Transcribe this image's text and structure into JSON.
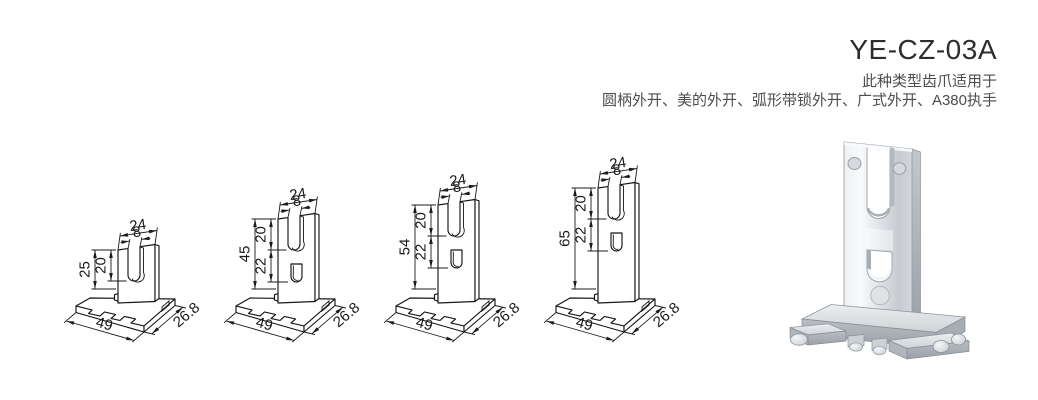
{
  "header": {
    "model": "YE-CZ-03A",
    "subtitle_line1": "此种类型齿爪适用于",
    "subtitle_line2": "圆柄外开、美的外开、弧形带锁外开、广式外开、A380执手"
  },
  "colors": {
    "line": "#1b1b1b",
    "title_text": "#2d2d2d",
    "subtitle_text": "#4d4d4d",
    "metal_light": "#eef0f2",
    "metal_dark": "#9aa1a8"
  },
  "drawings": [
    {
      "variant": "claw-25",
      "top_width": "24",
      "slot_width": "8",
      "overall_height": "25",
      "slot_depth": "20",
      "lower_span": "",
      "base_width": "49",
      "base_depth": "26.8",
      "has_lower_hole": false
    },
    {
      "variant": "claw-45",
      "top_width": "24",
      "slot_width": "8",
      "overall_height": "45",
      "slot_depth": "20",
      "lower_span": "22",
      "base_width": "49",
      "base_depth": "26.8",
      "has_lower_hole": true
    },
    {
      "variant": "claw-54",
      "top_width": "24",
      "slot_width": "8",
      "overall_height": "54",
      "slot_depth": "20",
      "lower_span": "22",
      "base_width": "49",
      "base_depth": "26.8",
      "has_lower_hole": true
    },
    {
      "variant": "claw-65",
      "top_width": "24",
      "slot_width": "8",
      "overall_height": "65",
      "slot_depth": "20",
      "lower_span": "22",
      "base_width": "49",
      "base_depth": "26.8",
      "has_lower_hole": true
    }
  ]
}
